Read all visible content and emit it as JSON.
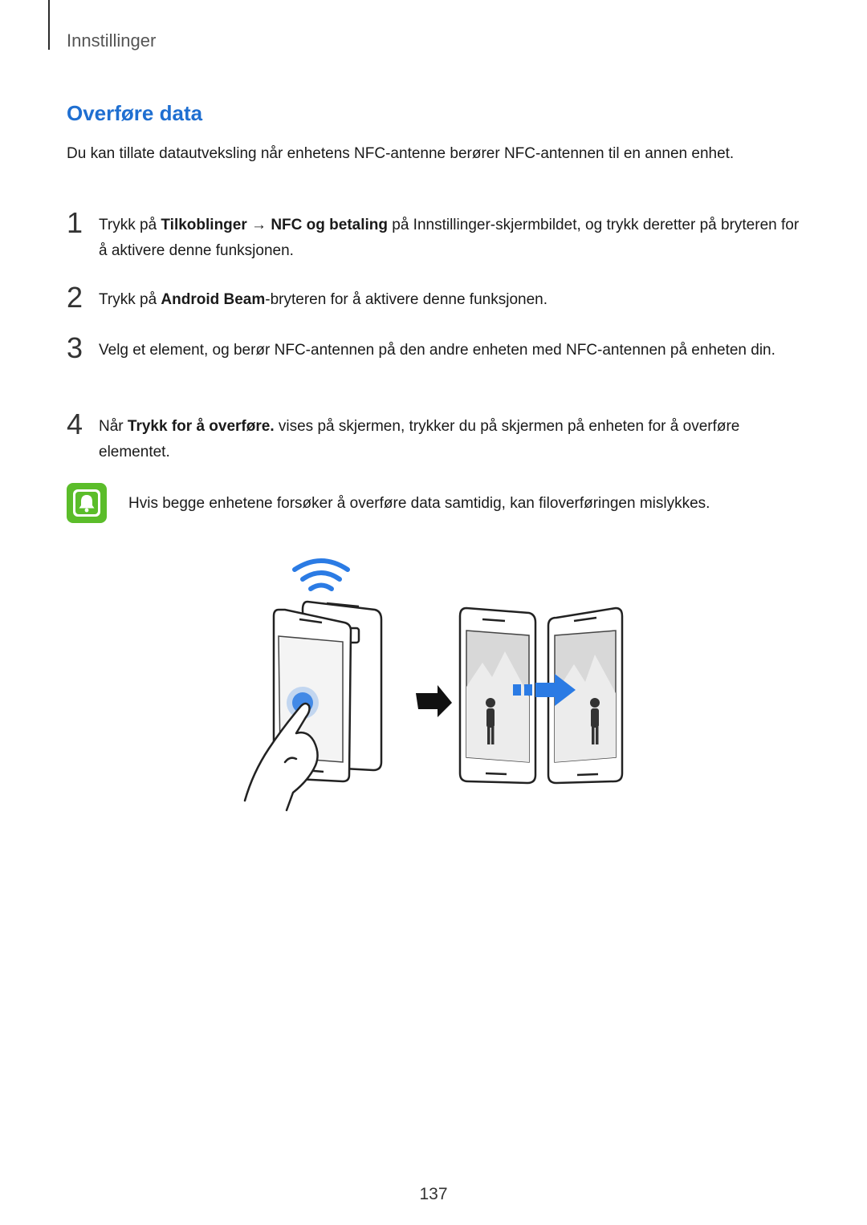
{
  "header": {
    "title": "Innstillinger"
  },
  "section": {
    "title": "Overføre data",
    "intro": "Du kan tillate datautveksling når enhetens NFC-antenne berører NFC-antennen til en annen enhet."
  },
  "steps": [
    {
      "number": "1",
      "parts": [
        "Trykk på ",
        "Tilkoblinger",
        " → ",
        "NFC og betaling",
        " på Innstillinger-skjermbildet, og trykk deretter på bryteren for å aktivere denne funksjonen."
      ]
    },
    {
      "number": "2",
      "parts": [
        "Trykk på ",
        "Android Beam",
        "-bryteren for å aktivere denne funksjonen."
      ]
    },
    {
      "number": "3",
      "text": "Velg et element, og berør NFC-antennen på den andre enheten med NFC-antennen på enheten din."
    },
    {
      "number": "4",
      "parts": [
        "Når ",
        "Trykk for å overføre.",
        " vises på skjermen, trykker du på skjermen på enheten for å overføre elementet."
      ]
    }
  ],
  "note": {
    "icon": "bell-icon",
    "text": "Hvis begge enhetene forsøker å overføre data samtidig, kan filoverføringen mislykkes."
  },
  "colors": {
    "accent": "#1f6fd1",
    "note_icon": "#5bbd2a",
    "nfc_blue": "#2b7be4"
  },
  "page_number": "137"
}
